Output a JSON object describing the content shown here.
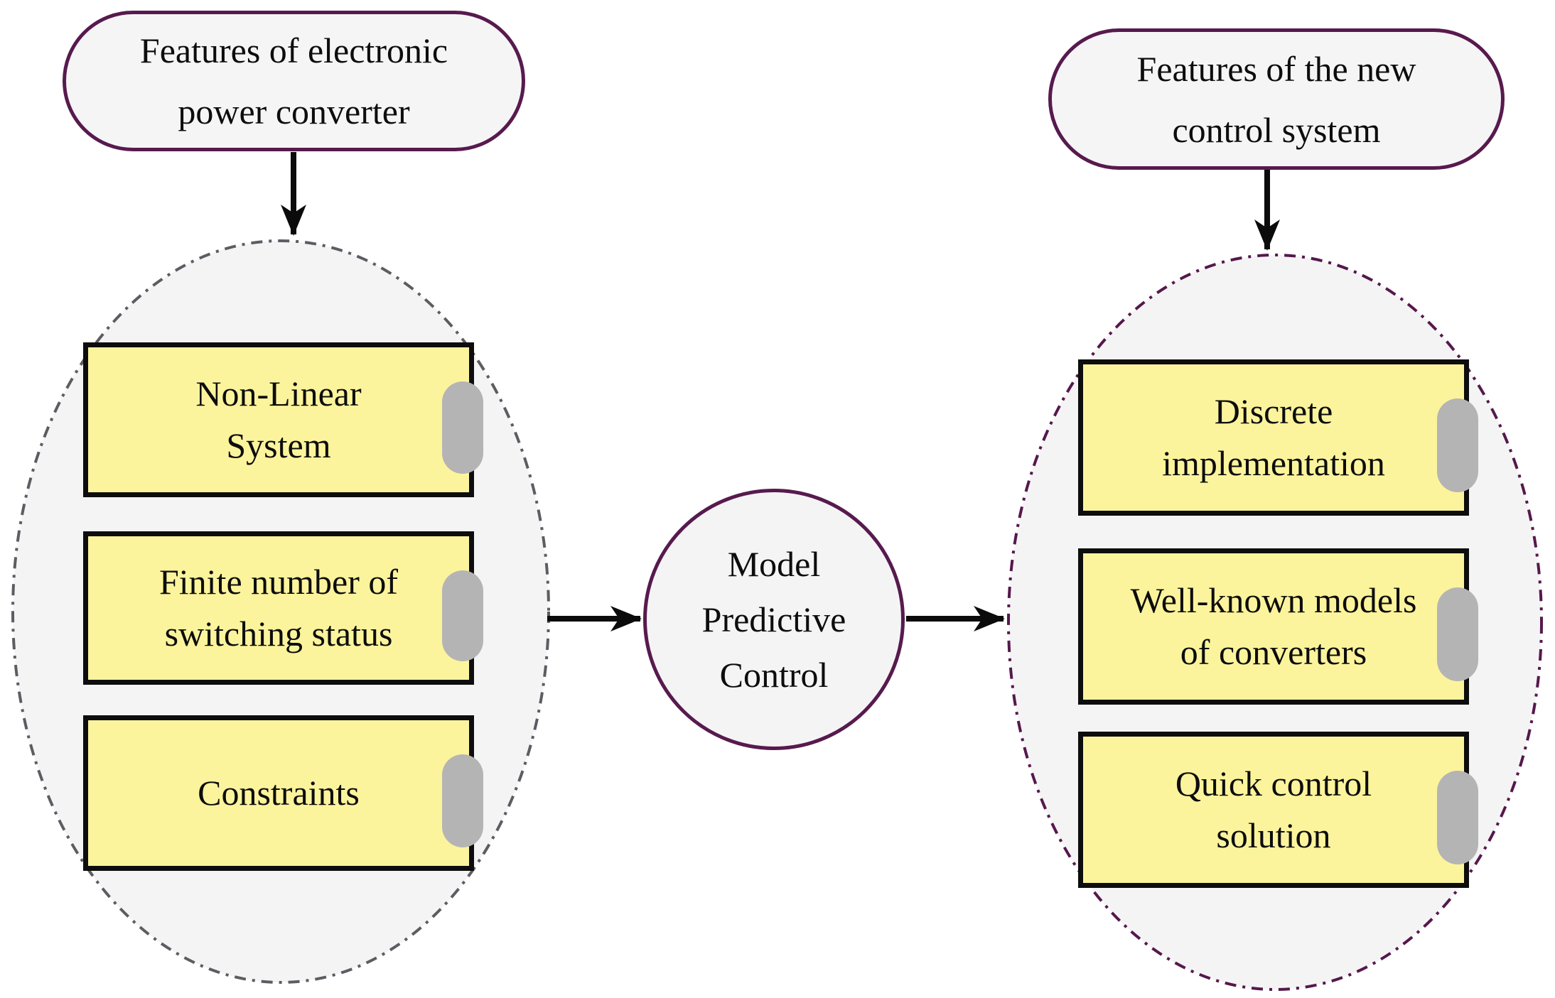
{
  "diagram": {
    "source": {
      "pill_label": "Features of electronic\npower converter",
      "features": [
        "Non-Linear\nSystem",
        "Finite number of\nswitching status",
        "Constraints"
      ]
    },
    "center": {
      "label": "Model\nPredictive\nControl"
    },
    "target": {
      "pill_label": "Features of the new\ncontrol system",
      "features": [
        "Discrete\nimplementation",
        "Well-known models\nof converters",
        "Quick control\nsolution"
      ]
    },
    "colors": {
      "accent_purple": "#571a4e",
      "left_ellipse_stroke": "#5f5b62",
      "right_ellipse_stroke": "#55184c",
      "ellipse_fill": "#f5f4f5",
      "box_fill": "#fcf49c",
      "box_border": "#0d0d0d",
      "box_shadow_gray": "#b5b4b5",
      "arrow_black": "#0b0b0b",
      "node_fill": "#f6f5f6",
      "text_black": "#0d0d0d"
    }
  }
}
